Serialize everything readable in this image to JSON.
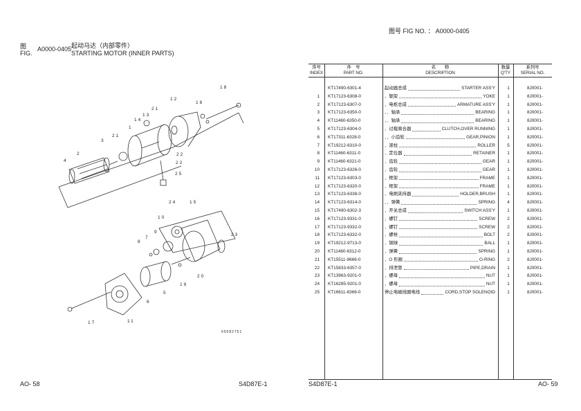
{
  "left_page": {
    "title_zh_prefix": "图",
    "fig_label": "FIG.",
    "fig_no": "A0000-0405",
    "title_zh": "起动马达（内部零件）",
    "title_en": "STARTING MOTOR (INNER PARTS)",
    "drawing_code": "00082751",
    "footer_left": "AO- 58",
    "footer_right": "S4D87E-1",
    "callouts": [
      "1",
      "2",
      "3",
      "4",
      "5",
      "6",
      "7",
      "8",
      "9",
      "10",
      "11",
      "12",
      "13",
      "14",
      "15",
      "16",
      "17",
      "18",
      "19",
      "20",
      "21",
      "22",
      "23",
      "24",
      "25"
    ]
  },
  "right_page": {
    "fig_header_zh": "图号",
    "fig_header_en": "FIG NO.",
    "fig_header_sep": "：",
    "fig_no": "A0000-0405",
    "footer_left": "S4D87E-1",
    "footer_right": "AO- 59",
    "columns": {
      "no_zh": "序号",
      "no_en": "INDEX",
      "part_zh": "件　号",
      "part_en": "PART NO.",
      "desc_zh": "名　　称",
      "desc_en": "DESCRIPTION",
      "qty_zh": "数量",
      "qty_en": "Q'TY",
      "ser_zh": "系列号",
      "ser_en": "SERIAL NO."
    },
    "rows": [
      {
        "no": "",
        "part": "KT17490-6301-4",
        "zh": "起动器总成",
        "en": "STARTER ASS'Y",
        "qty": "1",
        "ser": "8J0001-"
      },
      {
        "no": "1",
        "part": "KT17123-6308-0",
        "zh": "．轭架",
        "en": "YOKE",
        "qty": "1",
        "ser": "8J0001-"
      },
      {
        "no": "2",
        "part": "KT17123-6307-0",
        "zh": "．电枢总成",
        "en": "ARMATURE ASS'Y",
        "qty": "1",
        "ser": "8J0001-"
      },
      {
        "no": "3",
        "part": "KT17123-6350-0",
        "zh": "．．轴承",
        "en": "BEARING",
        "qty": "1",
        "ser": "8J0001-"
      },
      {
        "no": "4",
        "part": "KT11460-6350-0",
        "zh": "．．轴承",
        "en": "BEARING",
        "qty": "1",
        "ser": "8J0001-"
      },
      {
        "no": "5",
        "part": "KT17123-6304-0",
        "zh": "．过载离合器",
        "en": "CLUTCH,OVER RUNNING",
        "qty": "1",
        "ser": "8J0001-"
      },
      {
        "no": "6",
        "part": "KT17311-6328-0",
        "zh": "．．小齿轮",
        "en": "GEAR,PINION",
        "qty": "1",
        "ser": "8J0001-"
      },
      {
        "no": "7",
        "part": "KT19212-6310-0",
        "zh": "．滚柱",
        "en": "ROLLER",
        "qty": "5",
        "ser": "8J0001-"
      },
      {
        "no": "8",
        "part": "KT11460-6311-0",
        "zh": "．定位器",
        "en": "RETAINER",
        "qty": "1",
        "ser": "8J0001-"
      },
      {
        "no": "9",
        "part": "KT11460-6321-0",
        "zh": "．齿轮",
        "en": "GEAR",
        "qty": "1",
        "ser": "8J0001-"
      },
      {
        "no": "10",
        "part": "KT17123-6326-0",
        "zh": "．齿轮",
        "en": "GEAR",
        "qty": "1",
        "ser": "8J0001-"
      },
      {
        "no": "11",
        "part": "KT17123-6303-0",
        "zh": "．框架",
        "en": "FRAME",
        "qty": "1",
        "ser": "8J0001-"
      },
      {
        "no": "12",
        "part": "KT17123-6320-0",
        "zh": "．框架",
        "en": "FRAME",
        "qty": "1",
        "ser": "8J0001-"
      },
      {
        "no": "13",
        "part": "KT17123-6338-0",
        "zh": "．电刷夹持器",
        "en": "HOLDER,BRUSH",
        "qty": "1",
        "ser": "8J0001-"
      },
      {
        "no": "14",
        "part": "KT17123-6314-0",
        "zh": "．．弹簧",
        "en": "SPRING",
        "qty": "4",
        "ser": "8J0001-"
      },
      {
        "no": "15",
        "part": "KT17490-6302-3",
        "zh": "．开关总成",
        "en": "SWITCH ASS'Y",
        "qty": "1",
        "ser": "8J0001-"
      },
      {
        "no": "16",
        "part": "KT17123-9331-0",
        "zh": "．螺钉",
        "en": "SCREW",
        "qty": "2",
        "ser": "8J0001-"
      },
      {
        "no": "17",
        "part": "KT17123-9332-0",
        "zh": "．螺钉",
        "en": "SCREW",
        "qty": "2",
        "ser": "8J0001-"
      },
      {
        "no": "18",
        "part": "KT17123-6332-0",
        "zh": "．螺栓",
        "en": "BOLT",
        "qty": "2",
        "ser": "8J0001-"
      },
      {
        "no": "19",
        "part": "KT19212-9713-0",
        "zh": "．钢球",
        "en": "BALL",
        "qty": "1",
        "ser": "8J0001-"
      },
      {
        "no": "20",
        "part": "KT11460-6312-0",
        "zh": "．弹簧",
        "en": "SPRING",
        "qty": "1",
        "ser": "8J0001-"
      },
      {
        "no": "21",
        "part": "KT15511-9666-0",
        "zh": "．O 形圈",
        "en": "O-RING",
        "qty": "2",
        "ser": "8J0001-"
      },
      {
        "no": "22",
        "part": "KT15833-6357-0",
        "zh": "．排泄管",
        "en": "PIPE,DRAIN",
        "qty": "1",
        "ser": "8J0001-"
      },
      {
        "no": "23",
        "part": "KT13963-9201-0",
        "zh": "．螺母",
        "en": "NUT",
        "qty": "1",
        "ser": "8J0001-"
      },
      {
        "no": "24",
        "part": "KT16285-9201-0",
        "zh": "．螺母",
        "en": "NUT",
        "qty": "1",
        "ser": "8J0001-"
      },
      {
        "no": "25",
        "part": "KT16611-6366-0",
        "zh": "停止电磁线圈电线",
        "en": "CORD,STOP SOLENOID",
        "qty": "1",
        "ser": "8J0001-"
      }
    ]
  }
}
